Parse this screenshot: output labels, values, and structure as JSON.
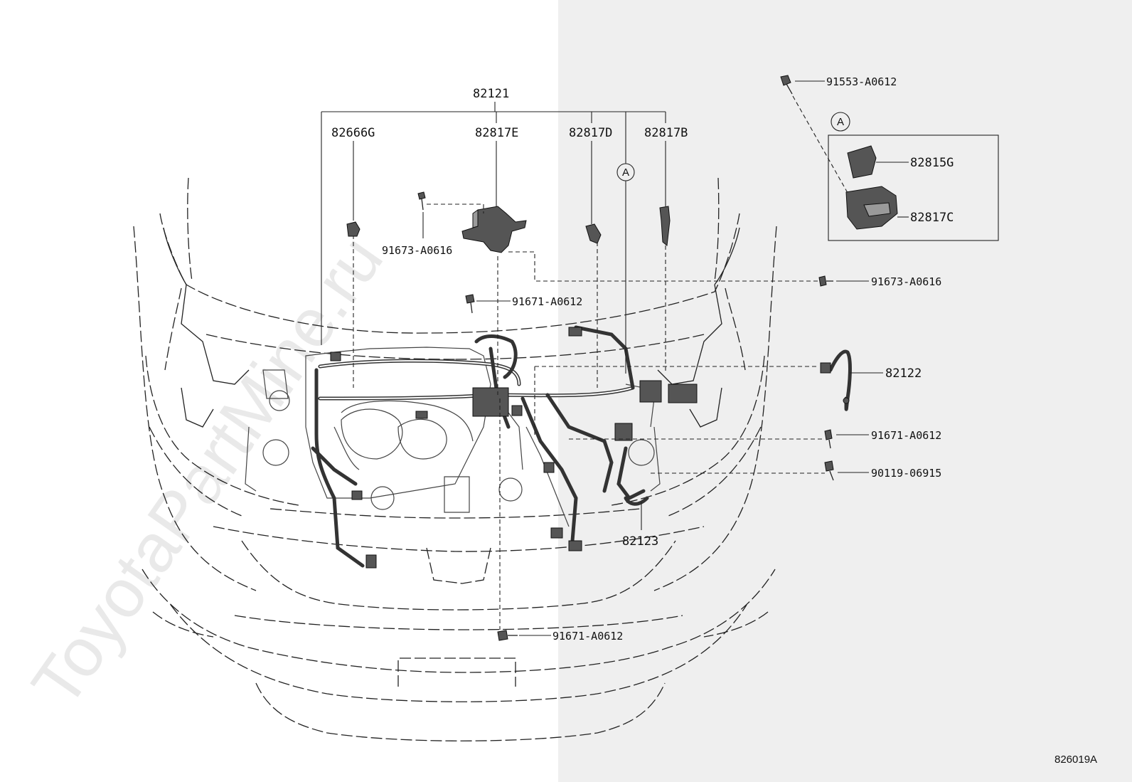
{
  "watermark": "ToyotaPartMine.ru",
  "figure_ref": "826019A",
  "group_label": "82121",
  "callout_marker": "A",
  "top_labels": [
    "82666G",
    "82817E",
    "82817D",
    "82817B"
  ],
  "inset": {
    "marker": "A",
    "parts": [
      "82815G",
      "82817C"
    ]
  },
  "fasteners": {
    "top_bolt": "91553-A0612",
    "left_bolt": "91673-A0616",
    "right_bolt": "91673-A0616",
    "mid_bolt": "91671-A0612",
    "right_lower_bolt_1": "91671-A0612",
    "right_lower_bolt_2": "90119-06915",
    "bottom_bolt": "91671-A0612"
  },
  "harness_parts": {
    "right_harness": "82122",
    "lower_harness": "82123"
  }
}
